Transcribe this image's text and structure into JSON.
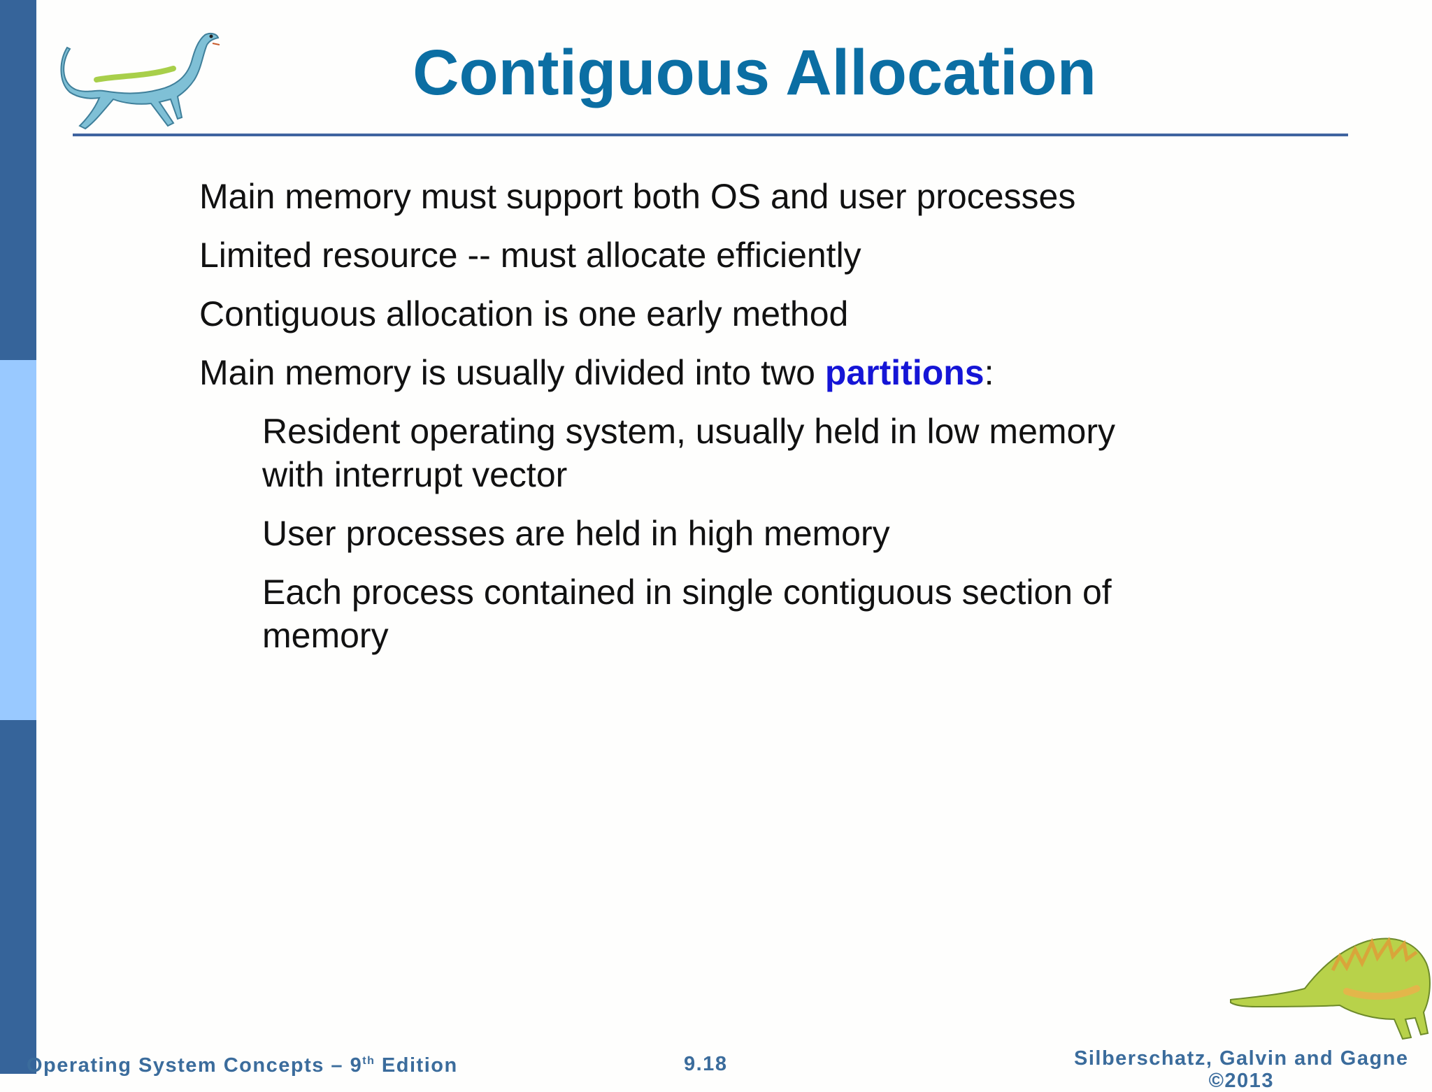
{
  "slide": {
    "title": "Contiguous Allocation",
    "bullets": [
      "Main memory must support both OS and user processes",
      "Limited resource -- must allocate efficiently",
      "Contiguous allocation is one early method"
    ],
    "partitions_line": {
      "prefix": "Main memory is usually divided into two ",
      "highlight": "partitions",
      "suffix": ":"
    },
    "sub_bullets": [
      "Resident operating system, usually held in low memory with interrupt vector",
      "User processes are held in high memory",
      "Each process contained in single contiguous section of memory"
    ],
    "colors": {
      "title": "#0b6ea3",
      "highlight": "#1515d6",
      "sidebar_dark": "#36649a",
      "sidebar_light": "#99c9ff"
    }
  },
  "footer": {
    "book_prefix": "Operating System Concepts – 9",
    "book_sup": "th",
    "book_suffix": " Edition",
    "page": "9.18",
    "authors": "Silberschatz, Galvin and Gagne",
    "copyright": "©2013"
  },
  "icons": {
    "top_left": "dinosaur-standing-icon",
    "bottom_right": "dinosaur-stegosaurus-icon"
  }
}
